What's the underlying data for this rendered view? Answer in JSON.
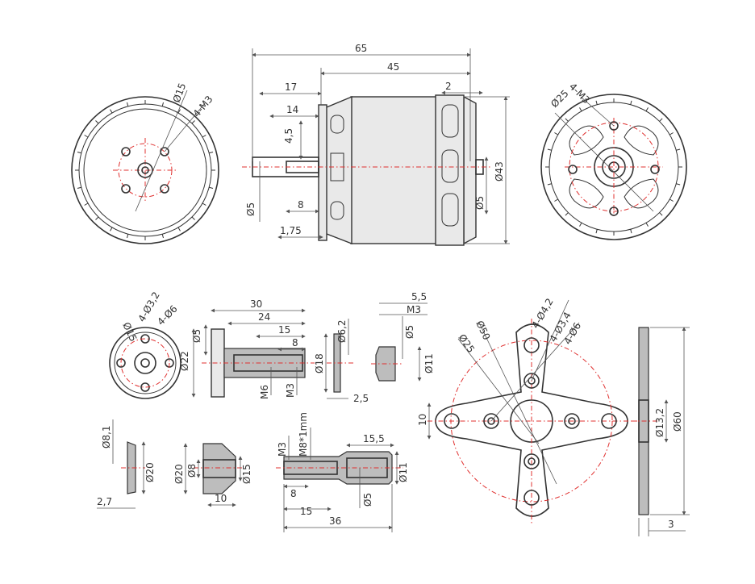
{
  "labels": {
    "d15_top": "Ø15",
    "m3_top": "4-M3",
    "len65": "65",
    "len45": "45",
    "len17": "17",
    "len14": "14",
    "len4_5": "4,5",
    "len2": "2",
    "len8_top": "8",
    "len1_75": "1,75",
    "d5_left": "Ø5",
    "d5_right": "Ø5",
    "d43": "Ø43",
    "d25_top": "Ø25",
    "m3_rear": "4-M3",
    "d15_small": "Ø15",
    "d3_2": "4-Ø3,2",
    "d6_small": "4-Ø6",
    "len30": "30",
    "len24": "24",
    "len15_prop": "15",
    "len8_prop": "8",
    "d5_prop": "Ø5",
    "d22": "Ø22",
    "m6": "M6",
    "m3_prop": "M3",
    "d6_2": "Ø6,2",
    "d18": "Ø18",
    "len2_5": "2,5",
    "len5_5": "5,5",
    "m3_nut": "M3",
    "d5_nut": "Ø5",
    "d11_nut": "Ø11",
    "d50": "Ø50",
    "d25_mount": "Ø25",
    "d4_2": "4-Ø4,2",
    "d3_4": "4-Ø3,4",
    "d6_mount": "4-Ø6",
    "len10_mount": "10",
    "d13_2": "Ø13,2",
    "d60": "Ø60",
    "len3": "3",
    "d8_1": "Ø8,1",
    "d20_washer": "Ø20",
    "len2_7": "2,7",
    "d20_cone": "Ø20",
    "d8_cone": "Ø8",
    "d15_cone": "Ø15",
    "len10_cone": "10",
    "m3_adapter": "M3",
    "m8": "M8*1mm",
    "len15_5": "15,5",
    "d11_adapter": "Ø11",
    "len8_adapter": "8",
    "d5_adapter": "Ø5",
    "len15_adapter": "15",
    "len36": "36"
  }
}
